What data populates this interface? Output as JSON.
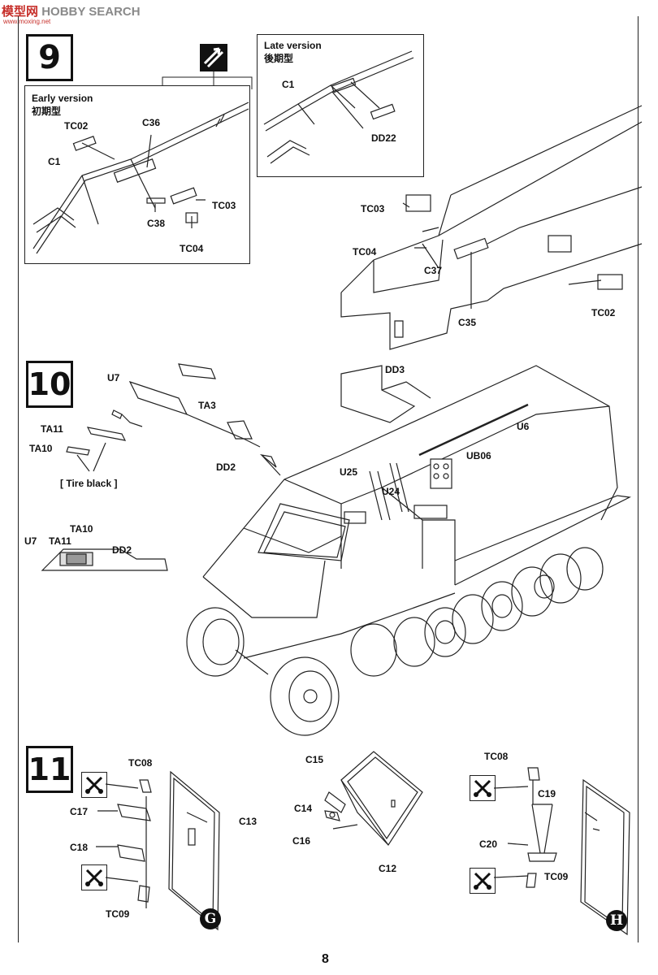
{
  "watermark": {
    "logo_red": "模型网",
    "logo_grey": "HOBBY SEARCH",
    "url": "www.moxing.net"
  },
  "page_number": "8",
  "step9": {
    "number": "9",
    "early": {
      "title_en": "Early version",
      "title_jp": "初期型",
      "labels": [
        "TC02",
        "C36",
        "C1",
        "TC03",
        "C38",
        "TC04"
      ]
    },
    "late": {
      "title_en": "Late version",
      "title_jp": "後期型",
      "labels": [
        "C1",
        "DD22"
      ]
    },
    "main_labels": [
      "TC03",
      "TC04",
      "C37",
      "C35",
      "TC02"
    ]
  },
  "step10": {
    "number": "10",
    "labels": [
      "U7",
      "TA3",
      "TA11",
      "TA10",
      "DD2",
      "DD3",
      "U6",
      "UB06",
      "U25",
      "U24"
    ],
    "note": "[ Tire black ]",
    "inset_labels": [
      "TA10",
      "U7",
      "TA11",
      "DD2"
    ]
  },
  "step11": {
    "number": "11",
    "sub_g": {
      "badge": "G",
      "labels": [
        "TC08",
        "C17",
        "C13",
        "C18",
        "TC09"
      ],
      "tool_icon": "cut-icon"
    },
    "center": {
      "labels": [
        "C15",
        "C14",
        "C16",
        "C12"
      ]
    },
    "sub_h": {
      "badge": "H",
      "labels": [
        "TC08",
        "C19",
        "C20",
        "TC09"
      ],
      "tool_icon": "cut-icon"
    }
  },
  "colors": {
    "ink": "#111111",
    "watermark_red": "#c7302b",
    "watermark_grey": "#8a8a8a"
  }
}
